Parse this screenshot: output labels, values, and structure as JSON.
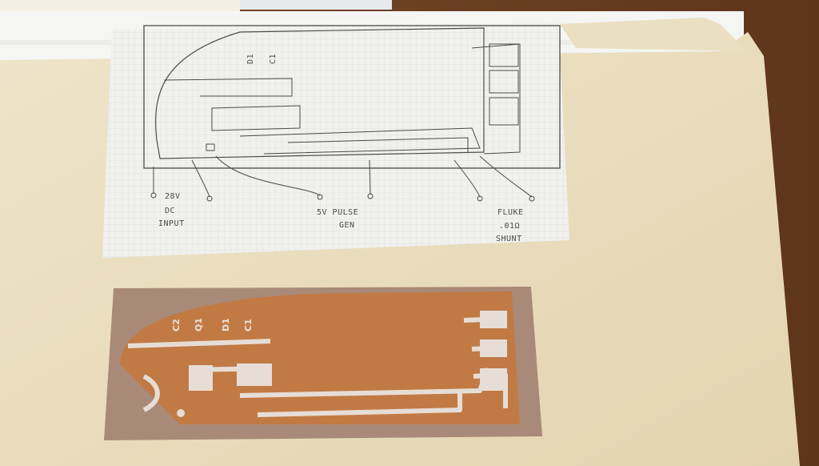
{
  "sketch": {
    "labels": {
      "top_components": [
        "D1",
        "C1"
      ],
      "input": [
        "28V",
        "DC",
        "INPUT"
      ],
      "pulse": [
        "5V PULSE",
        "GEN"
      ],
      "shunt": [
        "FLUKE",
        ".01Ω",
        "SHUNT"
      ]
    }
  },
  "pcb": {
    "silkscreen": [
      "C2",
      "Q1",
      "D1",
      "C1"
    ]
  },
  "colors": {
    "wood": "#6b3f22",
    "folder": "#ece0c3",
    "paper": "#f1f1ee",
    "copper": "#c17a44",
    "copper_edge": "#a98a78",
    "pencil": "#4a4a4a"
  }
}
